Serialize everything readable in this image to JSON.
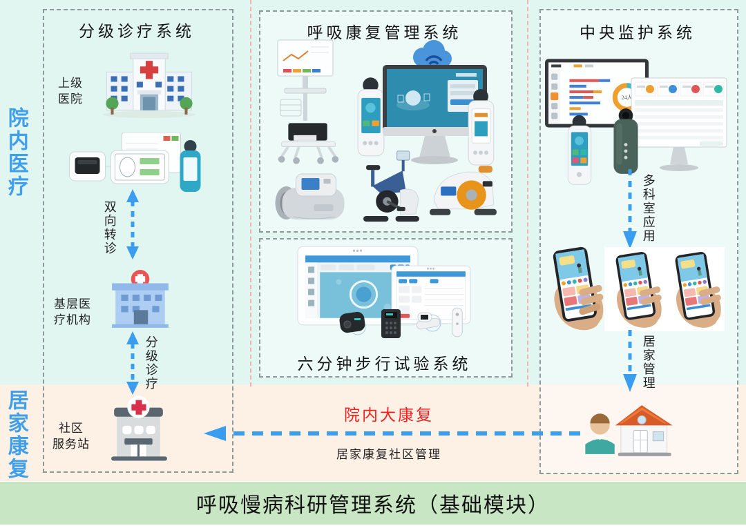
{
  "zones": {
    "hospital_label": "院内医疗",
    "home_label": "居家康复"
  },
  "footer": {
    "title": "呼吸慢病科研管理系统（基础模块）"
  },
  "triage_box": {
    "title": "分级诊疗系统",
    "upper_hospital": "上级\n医院",
    "bidirectional_referral": "双向转诊",
    "primary_care": "基层医\n疗机构",
    "hierarchical_triage": "分级诊疗",
    "community_station": "社区\n服务站"
  },
  "rehab_box": {
    "title": "呼吸康复管理系统"
  },
  "walk_box": {
    "title": "六分钟步行试验系统"
  },
  "monitor_box": {
    "title": "中央监护系统",
    "multi_department": "多科室应用",
    "home_management": "居家管理",
    "donut_label": "24人"
  },
  "home_flow": {
    "in_hospital_rehab": "院内大康复",
    "community_management": "居家康复社区管理"
  },
  "colors": {
    "zone_top_bg": "#e2f6f1",
    "zone_home_bg": "#fdf0e5",
    "footer_bg": "#c9e6c4",
    "zone_label_blue": "#3f9fea",
    "arrow_blue": "#3b9df0",
    "red_text": "#f51f1f",
    "box_border_gray": "#8d9898",
    "separator_pink": "#f2b4aa"
  }
}
